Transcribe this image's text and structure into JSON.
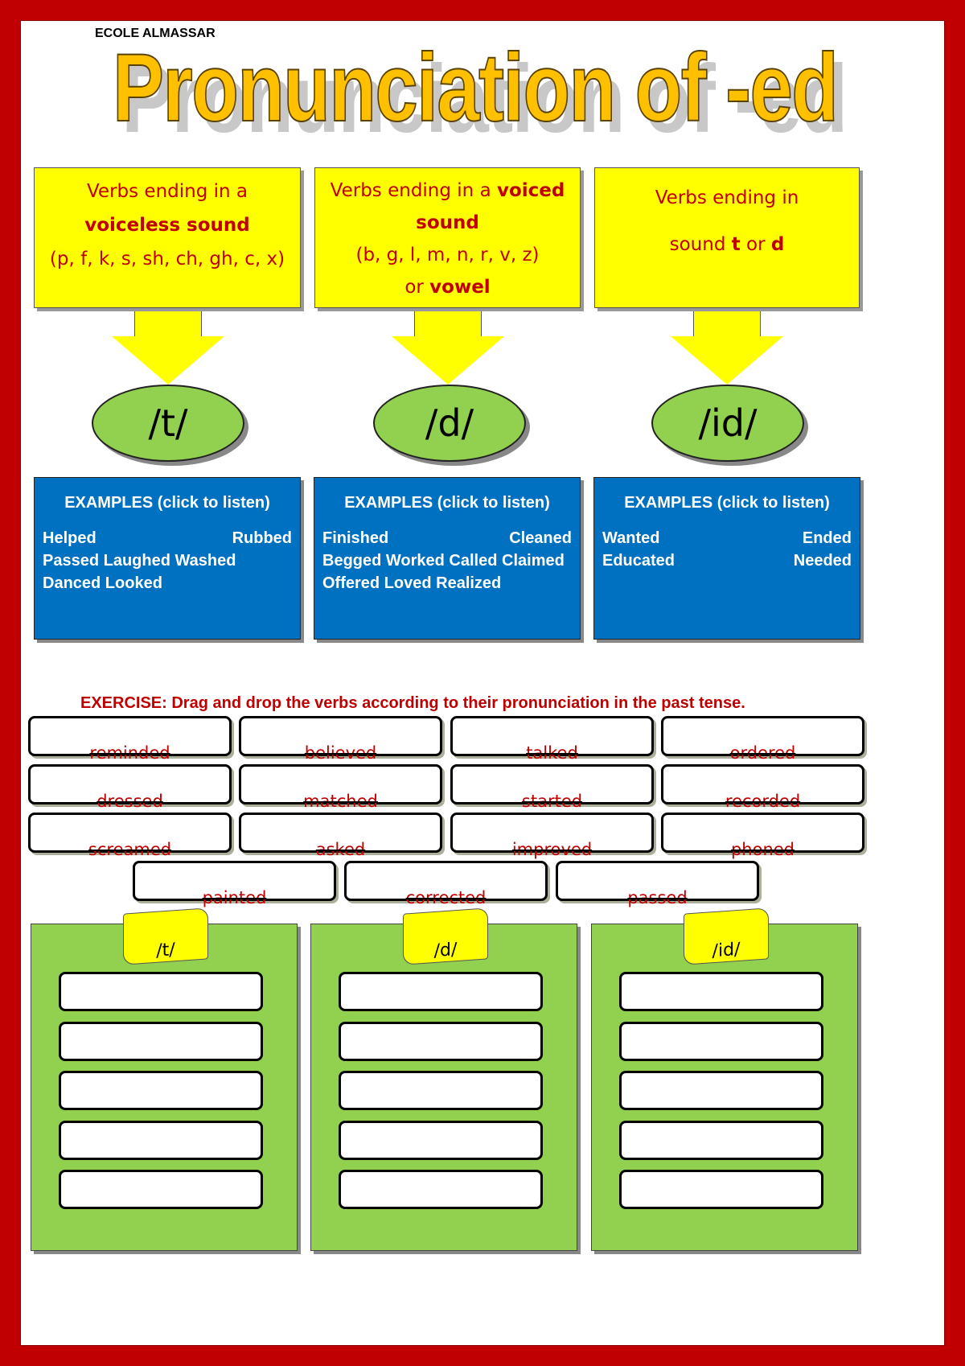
{
  "school": "ECOLE ALMASSAR",
  "title": "Pronunciation of -ed",
  "rules": [
    {
      "l1": "Verbs ending in a",
      "l2": "voiceless sound",
      "l3": "(p, f, k, s, sh, ch, gh,  c, x)",
      "l4": "",
      "symbol": "/t/"
    },
    {
      "l1": "Verbs ending in a ",
      "l1b": "voiced",
      "l2": "sound",
      "l3": "(b, g, l, m, n, r, v, z)",
      "l4a": "or ",
      "l4b": "vowel",
      "symbol": "/d/"
    },
    {
      "l1": "Verbs ending in",
      "l2a": "sound ",
      "l2b": "t",
      "l2c": " or ",
      "l2d": "d",
      "symbol": "/id/"
    }
  ],
  "examples_heading": "EXAMPLES (click to listen)",
  "examples": {
    "t": {
      "row1": [
        "Helped",
        "Rubbed"
      ],
      "row2": "Passed  Laughed Washed Danced Looked"
    },
    "d": {
      "row1": [
        "Finished",
        "Cleaned"
      ],
      "row2": "Begged Worked Called Claimed Offered Loved Realized"
    },
    "id": {
      "row1": [
        "Wanted",
        "Ended"
      ],
      "row2": [
        "Educated",
        "Needed"
      ]
    }
  },
  "exercise": "EXERCISE: Drag and drop the verbs according to their pronunciation in the past tense.",
  "words": [
    "reminded",
    "believed",
    "talked",
    "ordered",
    "dressed",
    "matched",
    "started",
    "recorded",
    "screamed",
    "asked",
    "improved",
    "phoned",
    "painted",
    "corrected",
    "passed"
  ],
  "targets": [
    "/t/",
    "/d/",
    "/id/"
  ]
}
